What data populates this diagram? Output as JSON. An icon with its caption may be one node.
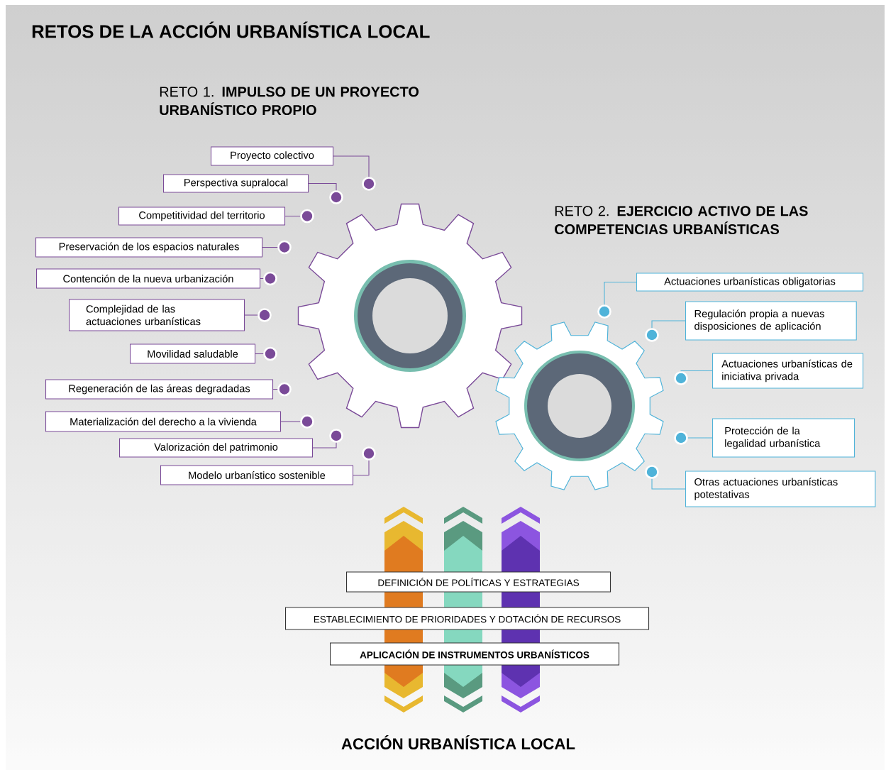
{
  "diagram": {
    "title": "RETOS DE LA ACCIÓN URBANÍSTICA LOCAL",
    "nodes": [
      {
        "text": [
          "Proyecto colectivo"
        ]
      },
      {
        "text": [
          "Perspectiva supralocal"
        ]
      },
      {
        "text": [
          "Competitividad del territorio"
        ]
      },
      {
        "text": [
          "Preservación de los espacios naturales"
        ]
      },
      {
        "text": [
          "Contención de la nueva urbanización"
        ]
      },
      {
        "text": [
          "Complejidad de las actuaciones urbanísticas"
        ]
      },
      {
        "text": [
          "Movilidad saludable"
        ]
      },
      {
        "text": [
          "Regeneración de las áreas degradadas"
        ]
      },
      {
        "text": [
          "Materialización del derecho a la vivienda"
        ]
      },
      {
        "text": [
          "Valorización del patrimonio"
        ]
      },
      {
        "text": [
          "Modelo urbanístico sostenible"
        ]
      },
      {
        "text": [
          "Actuaciones urbanísticas obligatorias"
        ]
      },
      {
        "text": [
          "Regulación propia a nuevas disposiciones de aplicación"
        ]
      },
      {
        "text": [
          "Actuaciones urbanísticas de iniciativa privada"
        ]
      },
      {
        "text": [
          "Protección de la legalidad urbanística"
        ]
      },
      {
        "text": [
          "Otras actuaciones urbanísticas potestativas"
        ]
      },
      {
        "text": [
          "DEFINICIÓN DE POLÍTICAS Y ESTRATEGIAS"
        ]
      },
      {
        "text": [
          "ESTABLECIMIENTO DE PRIORIDADES Y DOTACIÓN DE RECURSOS"
        ]
      },
      {
        "text": [
          "APLICACIÓN DE INSTRUMENTOS URBANÍSTICOS"
        ]
      },
      {
        "text": [],
        "shape": "circle"
      },
      {
        "text": [],
        "shape": "circle"
      },
      {
        "text": [],
        "shape": "circle"
      },
      {
        "text": [],
        "shape": "circle"
      },
      {
        "text": [],
        "shape": "circle"
      },
      {
        "text": [],
        "shape": "circle"
      },
      {
        "text": [],
        "shape": "circle"
      },
      {
        "text": [],
        "shape": "circle"
      },
      {
        "text": [],
        "shape": "circle"
      },
      {
        "text": [],
        "shape": "circle"
      },
      {
        "text": [],
        "shape": "circle"
      },
      {
        "text": [],
        "shape": "circle"
      },
      {
        "text": [],
        "shape": "circle"
      },
      {
        "text": [],
        "shape": "circle"
      },
      {
        "text": [],
        "shape": "circle"
      },
      {
        "text": [],
        "shape": "circle"
      }
    ],
    "edges": [
      {
        "from": 0,
        "to": 19,
        "arrow": "none"
      },
      {
        "from": 1,
        "to": 20,
        "arrow": "none"
      },
      {
        "from": 2,
        "to": 21,
        "arrow": "none"
      },
      {
        "from": 3,
        "to": 22,
        "arrow": "none"
      },
      {
        "from": 4,
        "to": 23,
        "arrow": "none"
      },
      {
        "from": 5,
        "to": 24,
        "arrow": "none"
      },
      {
        "from": 6,
        "to": 25,
        "arrow": "none"
      },
      {
        "from": 7,
        "to": 26,
        "arrow": "none"
      },
      {
        "from": 8,
        "to": 27,
        "arrow": "none"
      },
      {
        "from": 9,
        "to": 28,
        "arrow": "none"
      },
      {
        "from": 10,
        "to": 29,
        "arrow": "none"
      },
      {
        "from": 11,
        "to": 30,
        "arrow": "none",
        "color": "#4fb3d9"
      },
      {
        "from": 12,
        "to": 31,
        "arrow": "none",
        "color": "#4fb3d9"
      },
      {
        "from": 13,
        "to": 32,
        "arrow": "none",
        "color": "#4fb3d9"
      },
      {
        "from": 14,
        "to": 33,
        "arrow": "none",
        "color": "#4fb3d9"
      },
      {
        "from": 15,
        "to": 34,
        "arrow": "none",
        "color": "#4fb3d9"
      }
    ],
    "labels": [
      "RETO 1. **IMPULSO DE UN PROYECTO URBANÍSTICO PROPIO**",
      "RETO 2. **EJERCICIO ACTIVO DE LAS COMPETENCIAS URBANÍSTICAS**",
      "ACCIÓN URBANÍSTICA LOCAL"
    ]
  }
}
